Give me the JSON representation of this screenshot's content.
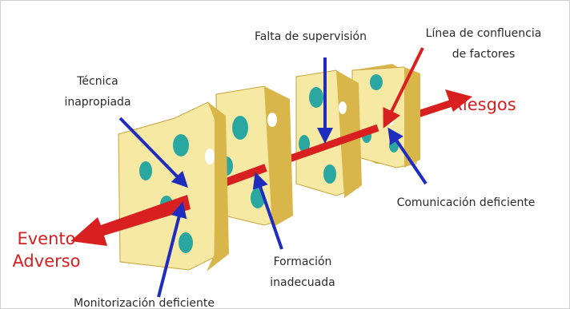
{
  "diagram": {
    "labels": {
      "falta_supervision": "Falta de supervisión",
      "linea_confluencia_1": "Línea de confluencia",
      "linea_confluencia_2": "de factores",
      "tecnica_1": "Técnica",
      "tecnica_2": "inapropiada",
      "riesgos": "Riesgos",
      "comunicacion": "Comunicación deficiente",
      "evento_1": "Evento",
      "evento_2": "Adverso",
      "formacion_1": "Formación",
      "formacion_2": "inadecuada",
      "monitorizacion": "Monitorización deficiente"
    },
    "colors": {
      "cheese_face": "#f6e9a4",
      "cheese_side": "#d9b64a",
      "cheese_edge": "#c9a23a",
      "hole": "#2aa7a0",
      "red_arrow": "#d92020",
      "blue_arrow": "#1f2dbf",
      "label_red": "#d42020"
    }
  }
}
